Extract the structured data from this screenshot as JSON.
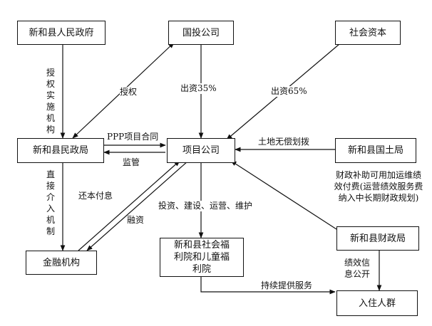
{
  "nodes": {
    "xinhe_gov": "新和县人民政府",
    "guotou": "国投公司",
    "social_capital": "社会资本",
    "civil_bureau": "新和县民政局",
    "project_company": "项目公司",
    "land_bureau": "新和县国土局",
    "finance_inst": "金融机构",
    "welfare_home": "新和县社会福利院和儿童福利院",
    "finance_bureau": "新和县财政局",
    "residents": "入住人群"
  },
  "edges": {
    "authorize_vertical": "授权实施机构",
    "authorize": "授权",
    "invest35": "出资35%",
    "invest65": "出资65%",
    "ppp_contract": "PPP项目合同",
    "supervise": "监管",
    "land_allocation": "土地无偿划拨",
    "direct_intervention": "直接介入机制",
    "repay": "还本付息",
    "financing": "融资",
    "build_ops": "投资、建设、运营、维护",
    "fiscal_subsidy": "财政补助可用加运维绩效付费(运营绩效服务费纳入中长期财政规划)",
    "performance_disclosure": "绩效信息公开",
    "continuous_service": "持续提供服务"
  }
}
